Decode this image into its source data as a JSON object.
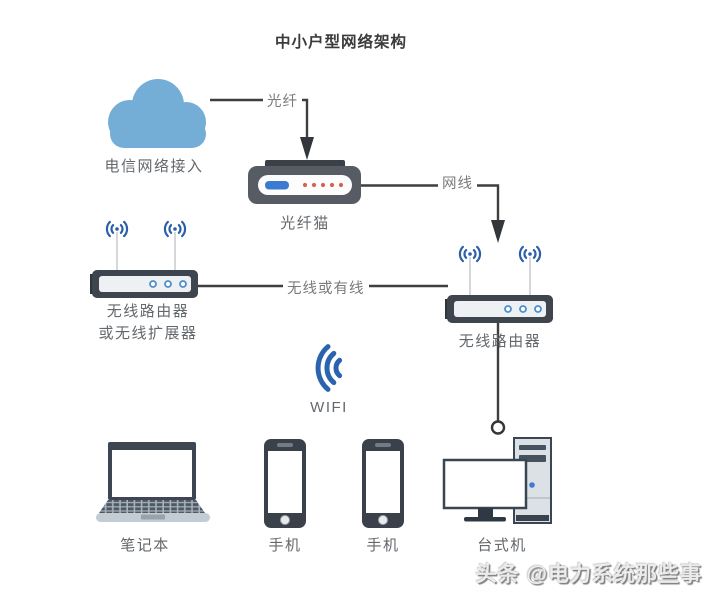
{
  "diagram": {
    "title": "中小户型网络架构"
  },
  "nodes": {
    "cloud": {
      "label": "电信网络接入"
    },
    "modem": {
      "label": "光纤猫"
    },
    "router_left": {
      "label_line1": "无线路由器",
      "label_line2": "或无线扩展器"
    },
    "router_right": {
      "label": "无线路由器"
    },
    "wifi": {
      "label": "WIFI"
    },
    "laptop": {
      "label": "笔记本"
    },
    "phone_left": {
      "label": "手机"
    },
    "phone_right": {
      "label": "手机"
    },
    "desktop": {
      "label": "台式机"
    }
  },
  "edges": {
    "fiber": {
      "from": "cloud",
      "to": "modem",
      "label": "光纤"
    },
    "ethernet": {
      "from": "modem",
      "to": "router_right",
      "label": "网线"
    },
    "wireless_or_wired": {
      "from": "router_left",
      "to": "router_right",
      "label": "无线或有线"
    },
    "lan_to_desktop": {
      "from": "router_right",
      "to": "desktop",
      "label": ""
    }
  },
  "watermark": {
    "text": "头条 @电力系统那些事"
  },
  "icons": {
    "cloud-icon": "blue cloud shape",
    "modem-icon": "fiber modem with blue port and five red status lights",
    "antenna-icon": "wireless antenna signal ((•))",
    "router-icon": "wireless router bar with three blue indicator rings",
    "wifi-icon": "three blue wifi signal arcs",
    "laptop-icon": "laptop computer",
    "phone-icon": "smartphone with home button",
    "desktop-icon": "desktop monitor with tower case",
    "arrow-icon": "solid triangular arrowhead",
    "circle-endpoint-icon": "open circle connector terminal"
  },
  "colors": {
    "cloud_blue": "#74AED6",
    "device_dark": "#3F454E",
    "modem_body": "#575C64",
    "signal_blue": "#2B5FA8",
    "wifi_blue": "#2B64AE",
    "indicator_blue": "#3D7BD0",
    "indicator_red": "#D96055",
    "connector": "#3F3F3F",
    "label_gray": "#63686D",
    "edge_label_gray": "#7A7A7A",
    "title_color": "#3B3B3B"
  }
}
